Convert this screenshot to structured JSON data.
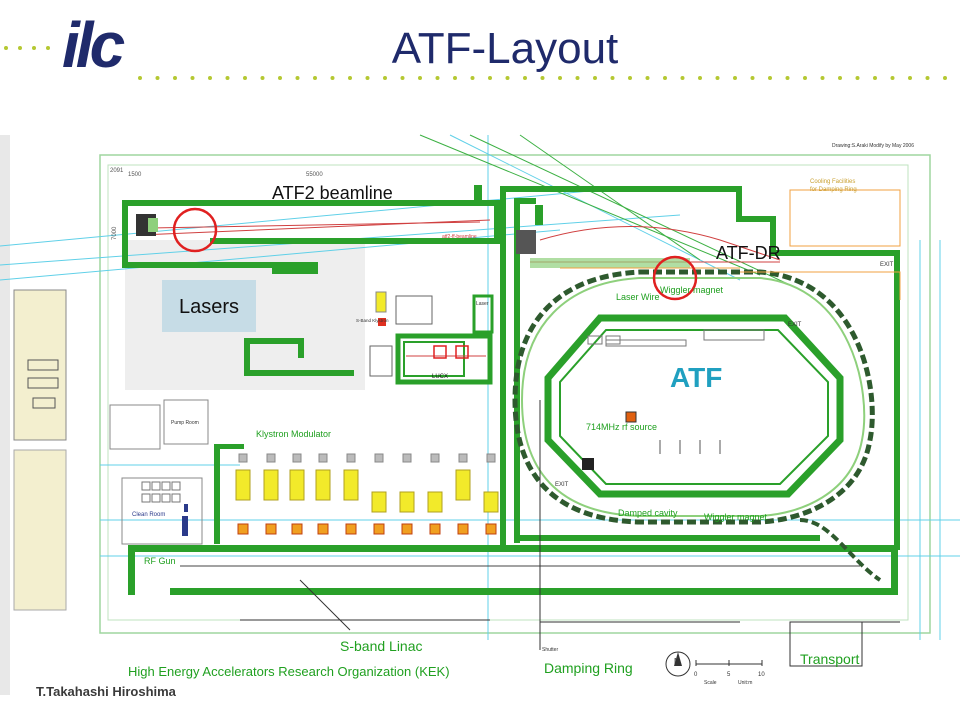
{
  "slide": {
    "title": "ATF-Layout",
    "logo_text": "ilc",
    "footer_credit": "T.Takahashi Hiroshima"
  },
  "callouts": {
    "atf2_beamline": "ATF2 beamline",
    "atf_dr": "ATF-DR",
    "lasers": "Lasers"
  },
  "plan_labels": {
    "drawing_note": "Drawing:S.Araki  Modify by May 2006",
    "dim_2091": "2091",
    "dim_1500": "1500",
    "dim_55000": "55000",
    "dim_7000": "7000",
    "atf2_ff_beamline": "atf2-ff-beamline",
    "cooling_facilities_1": "Cooling Facilities",
    "cooling_facilities_2": "for Damping Ring",
    "exit": "EXIT",
    "laser_wire": "Laser Wire",
    "wiggler_magnet": "Wiggler magnet",
    "sband_klystron": "S-Band Klystron",
    "laser": "Laser",
    "lucx": "LUCX",
    "atf": "ATF",
    "rf_source": "714MHz rf source",
    "pump_room": "Pump Room",
    "klystron_modulator": "Klystron Modulator",
    "clean_room": "Clean Room",
    "rf_gun": "RF Gun",
    "damped_cavity": "Damped cavity",
    "sband_linac": "S-band Linac",
    "shutter": "Shutter",
    "damping_ring": "Damping Ring",
    "transport": "Transport",
    "organization": "High Energy Accelerators Research Organization (KEK)",
    "north": "N",
    "scale_0": "0",
    "scale_5": "5",
    "scale_10": "10",
    "scale_label": "Scale",
    "scale_unit": "Unit:m"
  },
  "colors": {
    "title": "#1f2a6b",
    "dots": "#b5c832",
    "wall_green": "#2aa02a",
    "fill_green": "#8ed07c",
    "callout_red": "#e02020",
    "lasers_box": "#c6dce6",
    "klystron_yellow": "#f2ea2a",
    "cyan_lines": "#60d0e8",
    "plan_text": "#20a020"
  }
}
